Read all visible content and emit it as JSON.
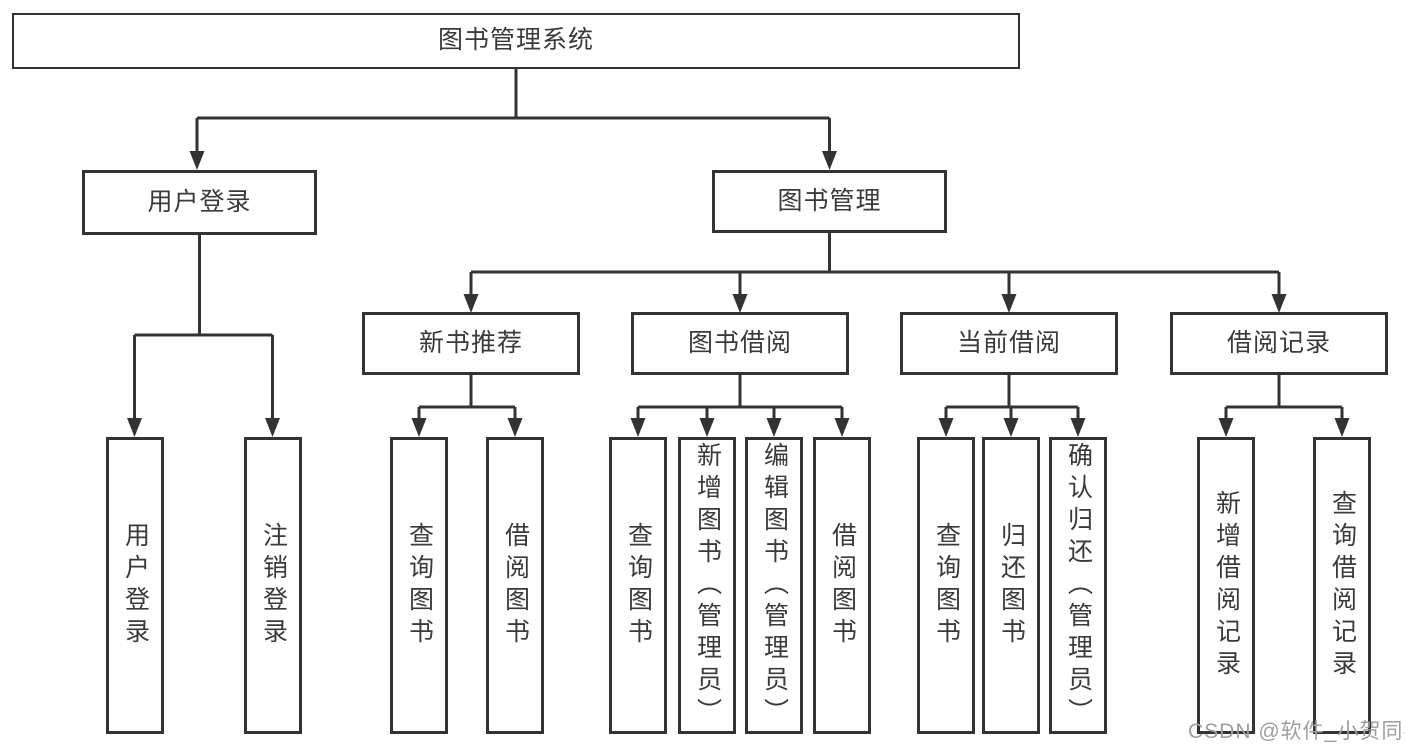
{
  "diagram": {
    "type": "hierarchy-tree",
    "watermark": "CSDN @软件_小贺同学",
    "colors": {
      "line": "#333333",
      "box_border": "#333333",
      "box_background": "#ffffff",
      "text": "#3a3a3a",
      "watermark": "#9e9e9e"
    }
  },
  "tree": {
    "root": {
      "label": "图书管理系统"
    },
    "branches": [
      {
        "label": "用户登录",
        "children": [
          {
            "label": "用户登录"
          },
          {
            "label": "注销登录"
          }
        ]
      },
      {
        "label": "图书管理",
        "children": [
          {
            "label": "新书推荐",
            "children": [
              {
                "label": "查询图书"
              },
              {
                "label": "借阅图书"
              }
            ]
          },
          {
            "label": "图书借阅",
            "children": [
              {
                "label": "查询图书"
              },
              {
                "label": "新增图书（管理员）"
              },
              {
                "label": "编辑图书（管理员）"
              },
              {
                "label": "借阅图书"
              }
            ]
          },
          {
            "label": "当前借阅",
            "children": [
              {
                "label": "查询图书"
              },
              {
                "label": "归还图书"
              },
              {
                "label": "确认归还（管理员）"
              }
            ]
          },
          {
            "label": "借阅记录",
            "children": [
              {
                "label": "新增借阅记录"
              },
              {
                "label": "查询借阅记录"
              }
            ]
          }
        ]
      }
    ]
  }
}
